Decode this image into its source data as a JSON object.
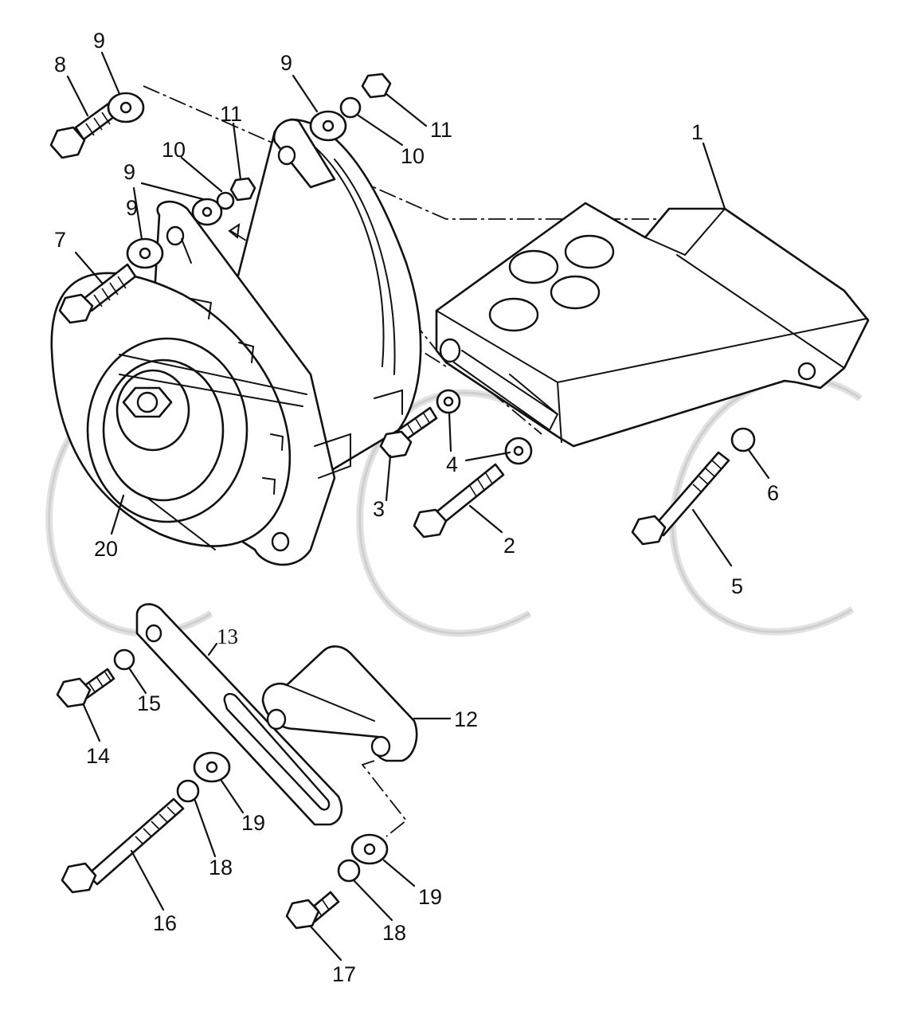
{
  "callouts": {
    "c1": "1",
    "c2": "2",
    "c3": "3",
    "c4": "4",
    "c5": "5",
    "c6": "6",
    "c7": "7",
    "c8": "8",
    "c9_top_left": "9",
    "c9_top_right": "9",
    "c9_mid_a": "9",
    "c9_mid_b": "9",
    "c10_right": "10",
    "c10_mid": "10",
    "c11_right": "11",
    "c11_mid": "11",
    "c12": "12",
    "c13": "13",
    "c14": "14",
    "c15": "15",
    "c16": "16",
    "c17": "17",
    "c18_left": "18",
    "c18_right": "18",
    "c19_left": "19",
    "c19_right": "19",
    "c20": "20"
  },
  "watermark": {
    "letters": "CCC",
    "color": "#cfcfcf"
  }
}
